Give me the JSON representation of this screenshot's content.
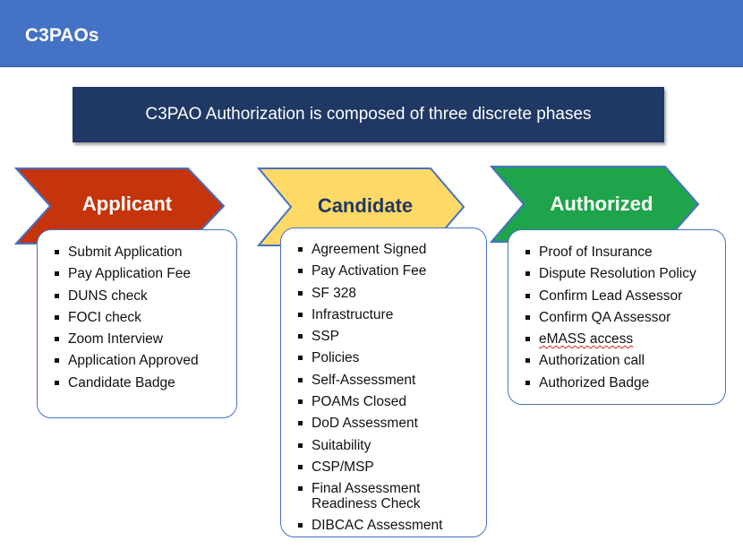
{
  "header": {
    "title": "C3PAOs",
    "color": "#4472c4"
  },
  "banner": {
    "text": "C3PAO Authorization is composed of three discrete phases",
    "color": "#203864"
  },
  "phases": [
    {
      "label": "Applicant",
      "color": "#c5340a",
      "text_color": "#ffffff",
      "items": [
        "Submit Application",
        "Pay Application Fee",
        "DUNS check",
        "FOCI check",
        "Zoom Interview",
        "Application Approved",
        "Candidate Badge"
      ]
    },
    {
      "label": "Candidate",
      "color": "#ffd966",
      "text_color": "#203864",
      "items": [
        "Agreement Signed",
        "Pay Activation Fee",
        "SF 328",
        "Infrastructure",
        "SSP",
        "Policies",
        "Self-Assessment",
        "POAMs Closed",
        "DoD Assessment",
        "Suitability",
        "CSP/MSP",
        "Final Assessment Readiness Check",
        "DIBCAC Assessment"
      ]
    },
    {
      "label": "Authorized",
      "color": "#1ea44a",
      "text_color": "#ffffff",
      "items": [
        "Proof of Insurance",
        "Dispute Resolution Policy",
        "Confirm Lead Assessor",
        "Confirm QA Assessor",
        "eMASS access",
        "Authorization call",
        "Authorized Badge"
      ]
    }
  ]
}
